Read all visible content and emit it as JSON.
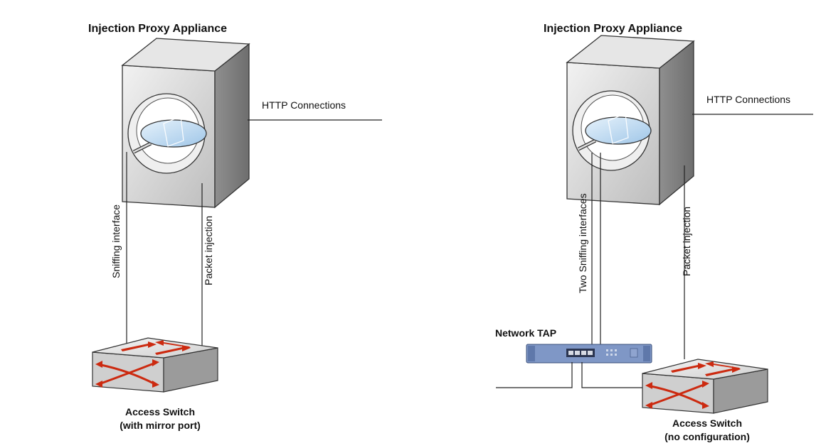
{
  "left": {
    "title": "Injection Proxy Appliance",
    "http_label": "HTTP Connections",
    "sniff_label": "Sniffing interface",
    "inject_label": "Packet injection",
    "switch_name": "Access Switch",
    "switch_note": "(with mirror port)"
  },
  "right": {
    "title": "Injection Proxy Appliance",
    "http_label": "HTTP Connections",
    "sniff_label": "Two Sniffing interfaces",
    "inject_label": "Packet injection",
    "tap_label": "Network TAP",
    "switch_name": "Access Switch",
    "switch_note": "(no configuration)"
  },
  "colors": {
    "arrow": "#cc2a10",
    "device": "#d9d9d9",
    "lens": "#c8e0f4",
    "tap_body": "#7f97c6"
  }
}
